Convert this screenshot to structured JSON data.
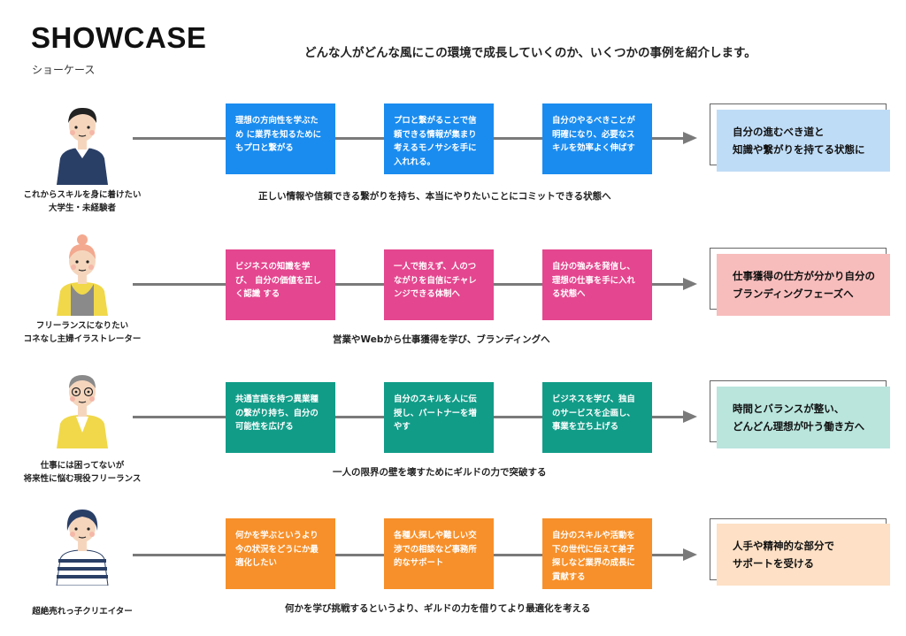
{
  "header": {
    "title": "SHOWCASE",
    "subtitle": "ショーケース",
    "lead": "どんな人がどんな風にこの環境で成長していくのか、いくつかの事例を紹介します。"
  },
  "rows": [
    {
      "persona_lines": [
        "これからスキルを身に着けたい",
        "大学生・未経験者"
      ],
      "steps": [
        "理想の方向性を学ぶため に業界を知るために もプロと繋がる",
        "プロと繋がることで信 頼できる情報が集まり 考えるモノサシを手に 入れれる。",
        "自分のやるべきことが 明確になり、必要なス キルを効率よく伸ばす"
      ],
      "goal_lines": [
        "自分の進むべき道と",
        "知識や繋がりを持てる状態に"
      ],
      "caption": "正しい情報や信頼できる繋がりを持ち、本当にやりたいことにコミットできる状態へ",
      "color": "#1a8cf0"
    },
    {
      "persona_lines": [
        "フリーランスになりたい",
        "コネなし主婦イラストレーター"
      ],
      "steps": [
        "ビジネスの知識を学び、 自分の価値を正しく認識 する",
        "一人で抱えず、人のつ ながりを自信にチャレ ンジできる体制へ",
        "自分の強みを発信し、 理想の仕事を手に入れ る状態へ"
      ],
      "goal_lines": [
        "仕事獲得の仕方が分かり自分の",
        "ブランディングフェーズへ"
      ],
      "caption": "営業やWebから仕事獲得を学び、ブランディングへ",
      "color": "#e4468f"
    },
    {
      "persona_lines": [
        "仕事には困ってないが",
        "将来性に悩む現役フリーランス"
      ],
      "steps": [
        "共通言語を持つ異業種 の繋がり持ち、自分の 可能性を広げる",
        "自分のスキルを人に伝 授し、パートナーを増 やす",
        "ビジネスを学び、独自 のサービスを企画し、 事業を立ち上げる"
      ],
      "goal_lines": [
        "時間とバランスが整い、",
        "どんどん理想が叶う働き方へ"
      ],
      "caption": "一人の限界の壁を壊すためにギルドの力で突破する",
      "color": "#119c88"
    },
    {
      "persona_lines": [
        "超絶売れっ子クリエイター"
      ],
      "steps": [
        "何かを学ぶというより 今の状況をどうにか最 適化したい",
        "各種人探しや難しい交 渉での相談など事務所 的なサポート",
        "自分のスキルや活動を 下の世代に伝えて弟子 探しなど業界の成長に 貢献する"
      ],
      "goal_lines": [
        "人手や精神的な部分で",
        "サポートを受ける"
      ],
      "caption": "何かを学び挑戦するというより、ギルドの力を借りてより最適化を考える",
      "color": "#f7902a"
    }
  ]
}
